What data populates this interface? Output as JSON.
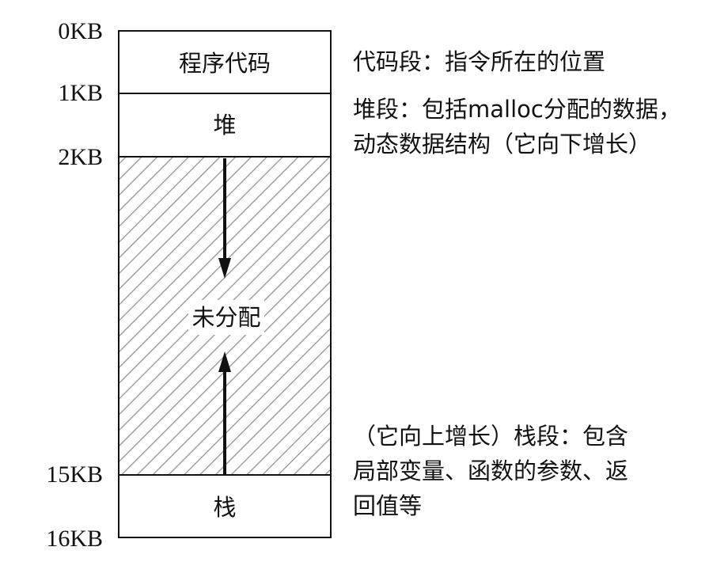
{
  "address_labels": [
    "0KB",
    "1KB",
    "2KB",
    "15KB",
    "16KB"
  ],
  "segments": {
    "code": "程序代码",
    "heap": "堆",
    "free": "未分配",
    "stack": "栈"
  },
  "annotations": {
    "code": [
      "代码段：指令所在的位置"
    ],
    "heap": [
      "堆段：包括malloc分配的数据，",
      "动态数据结构（它向下增长）"
    ],
    "stack": [
      "（它向上增长）栈段：包含",
      "局部变量、函数的参数、返",
      "回值等"
    ]
  },
  "colors": {
    "stroke": "#111111",
    "hatch": "#a0a0a0",
    "background": "#ffffff"
  }
}
